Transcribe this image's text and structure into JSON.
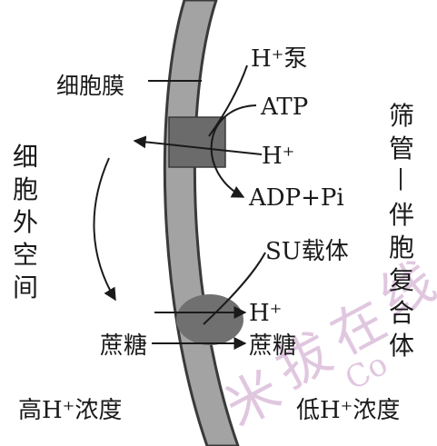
{
  "labels": {
    "membrane": "细胞膜",
    "h_pump": "H⁺泵",
    "atp": "ATP",
    "h_plus_pump": "H⁺",
    "adp_pi": "ADP+Pi",
    "su_carrier": "SU载体",
    "h_plus_carrier": "H⁺",
    "sucrose_out": "蔗糖",
    "sucrose_in": "蔗糖",
    "extracellular": [
      "细",
      "胞",
      "外",
      "空",
      "间"
    ],
    "sieve_complex": [
      "筛",
      "管",
      "|",
      "伴",
      "胞",
      "复",
      "合",
      "体"
    ],
    "high_h": "高H⁺浓度",
    "low_h": "低H⁺浓度"
  },
  "watermark": [
    "米",
    "拔",
    "在",
    "线"
  ],
  "watermark_extra": "Co",
  "colors": {
    "membrane_fill": "#a3a3a3",
    "membrane_edge": "#3a3a3a",
    "pump_fill": "#6b6b6b",
    "carrier_fill": "#707070",
    "text": "#1a1a1a",
    "watermark": "#c79ac6"
  }
}
